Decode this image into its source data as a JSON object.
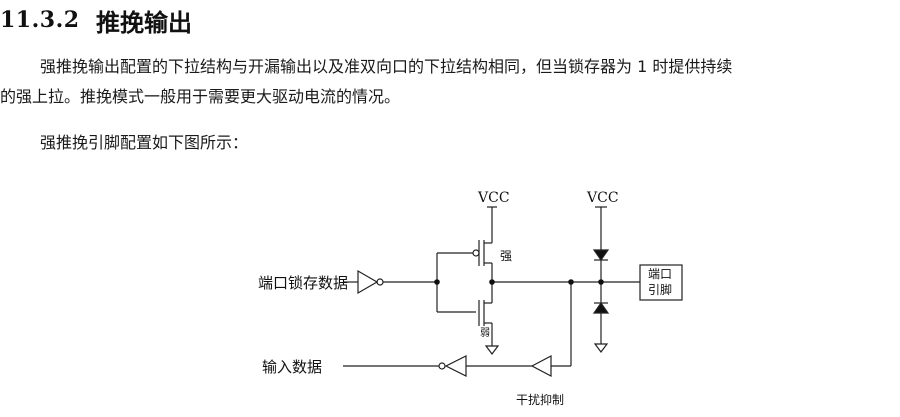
{
  "section": {
    "number": "11.3.2",
    "title": "推挽输出"
  },
  "paragraphs": {
    "p1_line1": "强推挽输出配置的下拉结构与开漏输出以及准双向口的下拉结构相同，但当锁存器为 1 时提供持续",
    "p1_line2": "的强上拉。推挽模式一般用于需要更大驱动电流的情况。",
    "p2": "强推挽引脚配置如下图所示："
  },
  "diagram": {
    "input_label": "端口锁存数据",
    "output_label": "输入数据",
    "vcc_left": "VCC",
    "vcc_right": "VCC",
    "strong_label": "强",
    "weak_label": "弱",
    "pin_line1": "端口",
    "pin_line2": "引脚",
    "interference_label": "干扰抑制"
  }
}
